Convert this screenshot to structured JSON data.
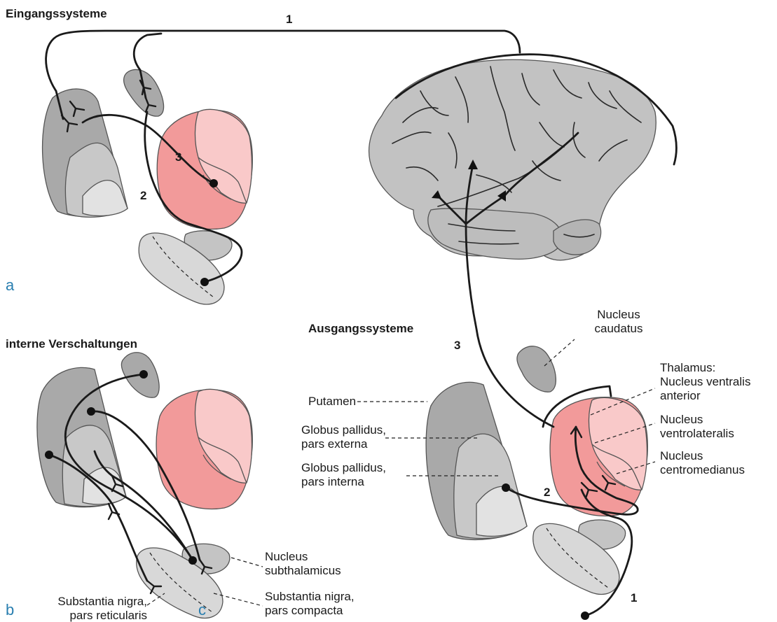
{
  "sections": {
    "input": "Eingangssysteme",
    "internal": "interne Verschaltungen",
    "output": "Ausgangssysteme"
  },
  "panels": {
    "a": "a",
    "b": "b",
    "c": "c"
  },
  "pathway_numbers": {
    "top_1": "1",
    "a_2": "2",
    "a_3": "3",
    "c_1": "1",
    "c_2": "2",
    "c_3": "3"
  },
  "labels": {
    "nucleus_caudatus": [
      "Nucleus",
      "caudatus"
    ],
    "thalamus": [
      "Thalamus:",
      "Nucleus ventralis",
      "anterior"
    ],
    "ventrolateralis": [
      "Nucleus",
      "ventrolateralis"
    ],
    "centromedianus": [
      "Nucleus",
      "centromedianus"
    ],
    "putamen": [
      "Putamen"
    ],
    "gp_externa": [
      "Globus pallidus,",
      "pars externa"
    ],
    "gp_interna": [
      "Globus pallidus,",
      "pars interna"
    ],
    "subthalamicus": [
      "Nucleus",
      "subthalamicus"
    ],
    "sn_compacta": [
      "Substantia nigra,",
      "pars compacta"
    ],
    "sn_reticularis": [
      "Substantia nigra,",
      "pars reticularis"
    ]
  },
  "colors": {
    "putamen": "#a9a9a9",
    "pallidus_ext": "#c8c8c8",
    "pallidus_int": "#e2e2e2",
    "thalamus_main": "#f29a9a",
    "thalamus_light": "#f9c9c9",
    "brain": "#c2c2c2",
    "panel_letter": "#2a7fb0"
  }
}
